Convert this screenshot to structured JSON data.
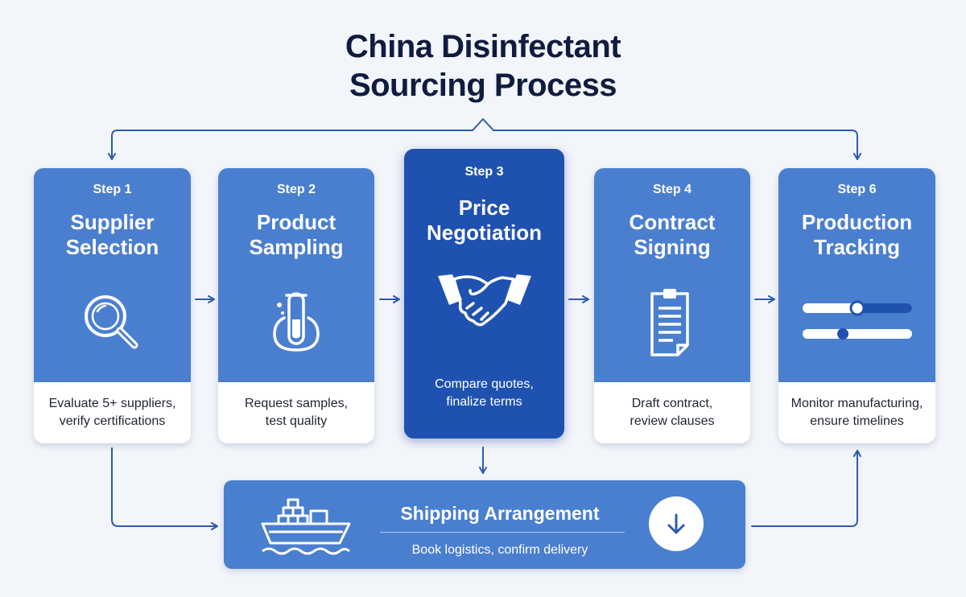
{
  "title": {
    "line1": "China Disinfectant",
    "line2": "Sourcing Process"
  },
  "steps": [
    {
      "label": "Step 1",
      "title_line1": "Supplier",
      "title_line2": "Selection",
      "desc_line1": "Evaluate 5+ suppliers,",
      "desc_line2": "verify certifications",
      "icon": "magnifier-icon"
    },
    {
      "label": "Step 2",
      "title_line1": "Product",
      "title_line2": "Sampling",
      "desc_line1": "Request samples,",
      "desc_line2": "test quality",
      "icon": "test-tube-icon"
    },
    {
      "label": "Step 3",
      "title_line1": "Price",
      "title_line2": "Negotiation",
      "desc_line1": "Compare quotes,",
      "desc_line2": "finalize terms",
      "icon": "handshake-icon",
      "highlighted": true
    },
    {
      "label": "Step 4",
      "title_line1": "Contract",
      "title_line2": "Signing",
      "desc_line1": "Draft contract,",
      "desc_line2": "review clauses",
      "icon": "clipboard-icon"
    },
    {
      "label": "Step 6",
      "title_line1": "Production",
      "title_line2": "Tracking",
      "desc_line1": "Monitor manufacturing,",
      "desc_line2": "ensure timelines",
      "icon": "progress-sliders-icon"
    }
  ],
  "shipping": {
    "title": "Shipping Arrangement",
    "desc": "Book logistics, confirm delivery",
    "icon": "cargo-ship-icon",
    "action_icon": "arrow-down-icon"
  },
  "colors": {
    "background": "#f2f5f9",
    "card_blue": "#4a7fd0",
    "highlight_blue": "#1f52b0",
    "connector": "#2c5cb0",
    "title": "#0f1c3f"
  }
}
